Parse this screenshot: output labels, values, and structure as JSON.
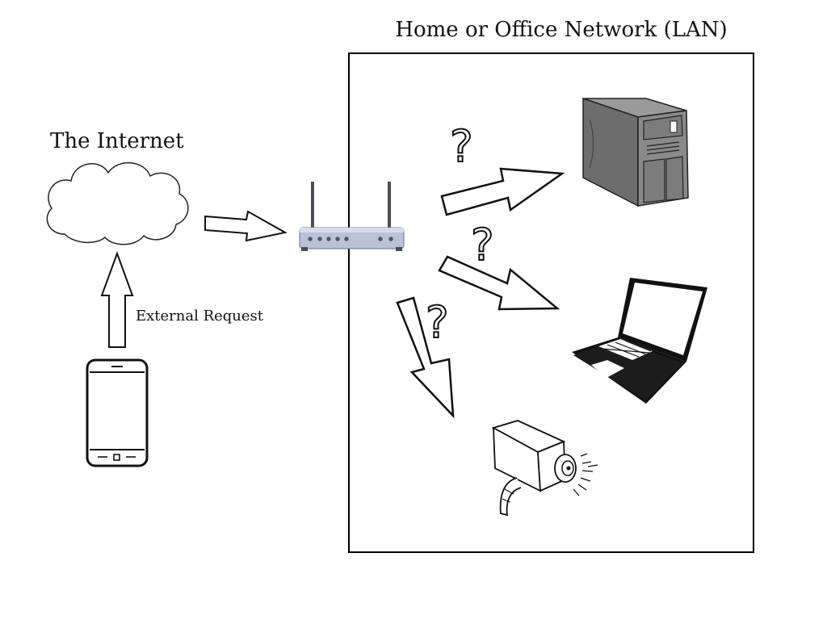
{
  "labels": {
    "lan_title": "Home or Office Network (LAN)",
    "internet_title": "The Internet",
    "external_request": "External Request"
  },
  "question_mark": "?",
  "icons": {
    "cloud": "cloud-icon",
    "phone": "smartphone-icon",
    "router": "router-icon",
    "server": "server-tower-icon",
    "laptop": "laptop-icon",
    "camera": "security-camera-icon"
  }
}
